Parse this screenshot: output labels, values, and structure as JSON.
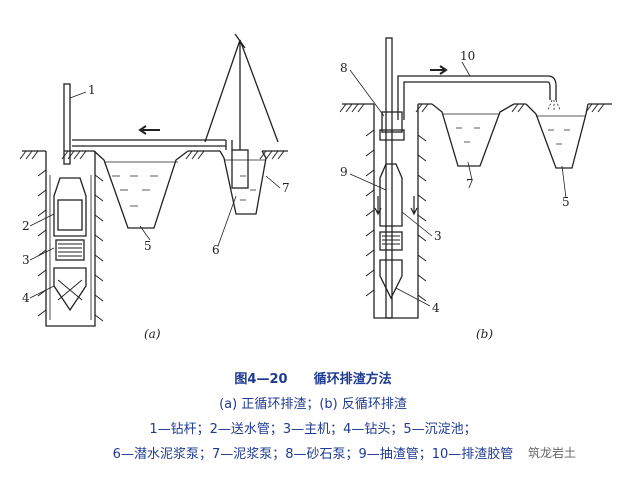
{
  "labels_a": [
    "1",
    "2",
    "3",
    "4",
    "5",
    "6",
    "7"
  ],
  "labels_b": [
    "8",
    "9",
    "10",
    "7",
    "3",
    "4",
    "5"
  ],
  "tag_a": "(a)",
  "tag_b": "(b)",
  "caption": {
    "figure_number": "图4—20",
    "title": "循环排渣方法",
    "subtitle": "(a) 正循环排渣；(b) 反循环排渣",
    "legend_line1": "1—钻杆；2—送水管；3—主机；4—钻头；5—沉淀池；",
    "legend_line2": "6—潜水泥浆泵；7—泥浆泵；8—砂石泵；9—抽渣管；10—排渣胶管"
  },
  "watermark": "筑龙岩土",
  "colors": {
    "line": "#222222",
    "caption": "#1f3a93"
  }
}
